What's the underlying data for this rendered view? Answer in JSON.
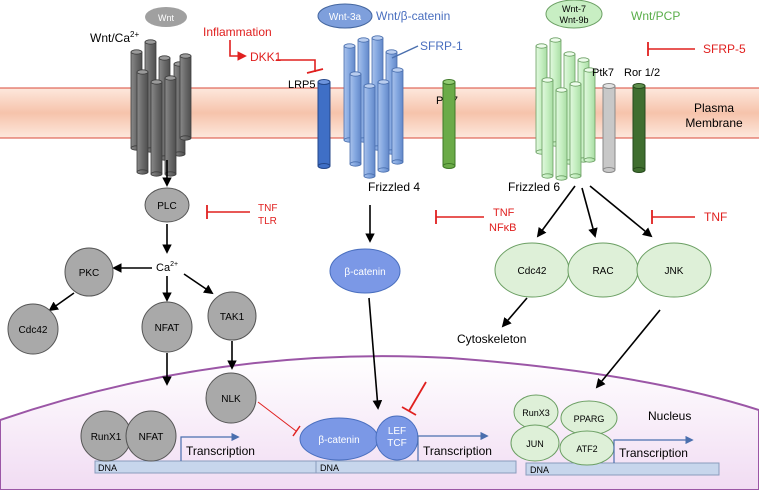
{
  "colors": {
    "gray_receptor": "#6f6f6f",
    "blue_receptor": "#7fa3dd",
    "lrp5": "#3f6fc6",
    "green_receptor": "#c8f0c6",
    "ptk7": "#6bab48",
    "ror": "#3f6e2f",
    "inhibitor": "#e0201f",
    "membrane": "#f6c9b3",
    "nucleus_border": "#9b56a6",
    "node_gray": "#a9a9a9",
    "node_blue": "#7b98e6",
    "node_green": "#def0d8"
  },
  "membrane": {
    "line1": "Plasma",
    "line2": "Membrane"
  },
  "nucleus": {
    "label": "Nucleus"
  },
  "ca": {
    "ligand": "Wnt",
    "pathway": "Wnt/Ca",
    "pathway_sup": "2+",
    "inflammation": "Inflammation",
    "dkk1": "DKK1",
    "plc": "PLC",
    "tnf": "TNF",
    "tlr": "TLR",
    "ca_ion": "Ca",
    "ca_sup": "2+",
    "pkc": "PKC",
    "cdc42": "Cdc42",
    "nfat": "NFAT",
    "tak1": "TAK1",
    "nlk": "NLK",
    "runx1": "RunX1",
    "nfat_nuclear": "NFAT",
    "transcription": "Transcription",
    "dna": "DNA"
  },
  "canonical": {
    "ligand": "Wnt-3a",
    "pathway": "Wnt/β-catenin",
    "lrp5": "LRP5",
    "sfrp1": "SFRP-1",
    "ptk7": "Ptk7",
    "frizzled": "Frizzled 4",
    "tnf": "TNF",
    "nfkb": "NFκB",
    "beta_catenin": "β-catenin",
    "beta_catenin_nuclear": "β-catenin",
    "lef": "LEF",
    "tcf": "TCF",
    "transcription": "Transcription",
    "dna": "DNA"
  },
  "pcp": {
    "ligand_line1": "Wnt-7",
    "ligand_line2": "Wnt-9b",
    "pathway": "Wnt/PCP",
    "sfrp5": "SFRP-5",
    "ptk7": "Ptk7",
    "ror": "Ror 1/2",
    "frizzled": "Frizzled 6",
    "tnf": "TNF",
    "cdc42": "Cdc42",
    "rac": "RAC",
    "jnk": "JNK",
    "cytoskeleton": "Cytoskeleton",
    "runx3": "RunX3",
    "pparg": "PPARG",
    "jun": "JUN",
    "atf2": "ATF2",
    "transcription": "Transcription",
    "dna": "DNA"
  }
}
